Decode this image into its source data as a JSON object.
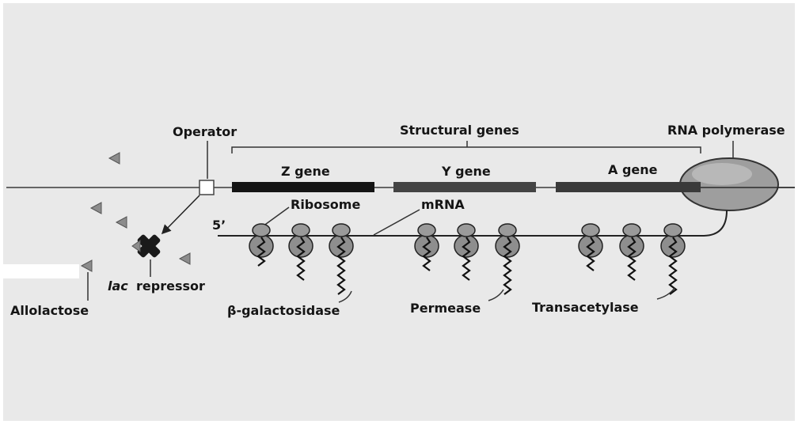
{
  "labels": {
    "operator": "Operator",
    "structural_genes": "Structural genes",
    "rna_polymerase": "RNA polymerase",
    "z_gene": "Z gene",
    "y_gene": "Y gene",
    "a_gene": "A gene",
    "ribosome": "Ribosome",
    "mrna": "mRNA",
    "five_prime": "5’",
    "lac": "lac",
    "repressor": "repressor",
    "allolactose": "Allolactose",
    "beta_gal": "β-galactosidase",
    "permease": "Permease",
    "transacetylase": "Transacetylase"
  },
  "colors": {
    "background": "#e9e9e9",
    "dna": "#3a3a3a",
    "z_gene": "#151515",
    "y_gene": "#444444",
    "a_gene": "#3a3a3a",
    "ribosome": "#8e8e8e",
    "polymerase": "#9e9e9e",
    "repressor": "#1a1a1a",
    "inducer": "#8c8c8c"
  },
  "icons": {
    "ribosome": "ribosome-icon",
    "repressor": "repressor-x-icon",
    "allolactose": "allolactose-triangle-icon",
    "polymerase": "rna-polymerase-icon"
  }
}
